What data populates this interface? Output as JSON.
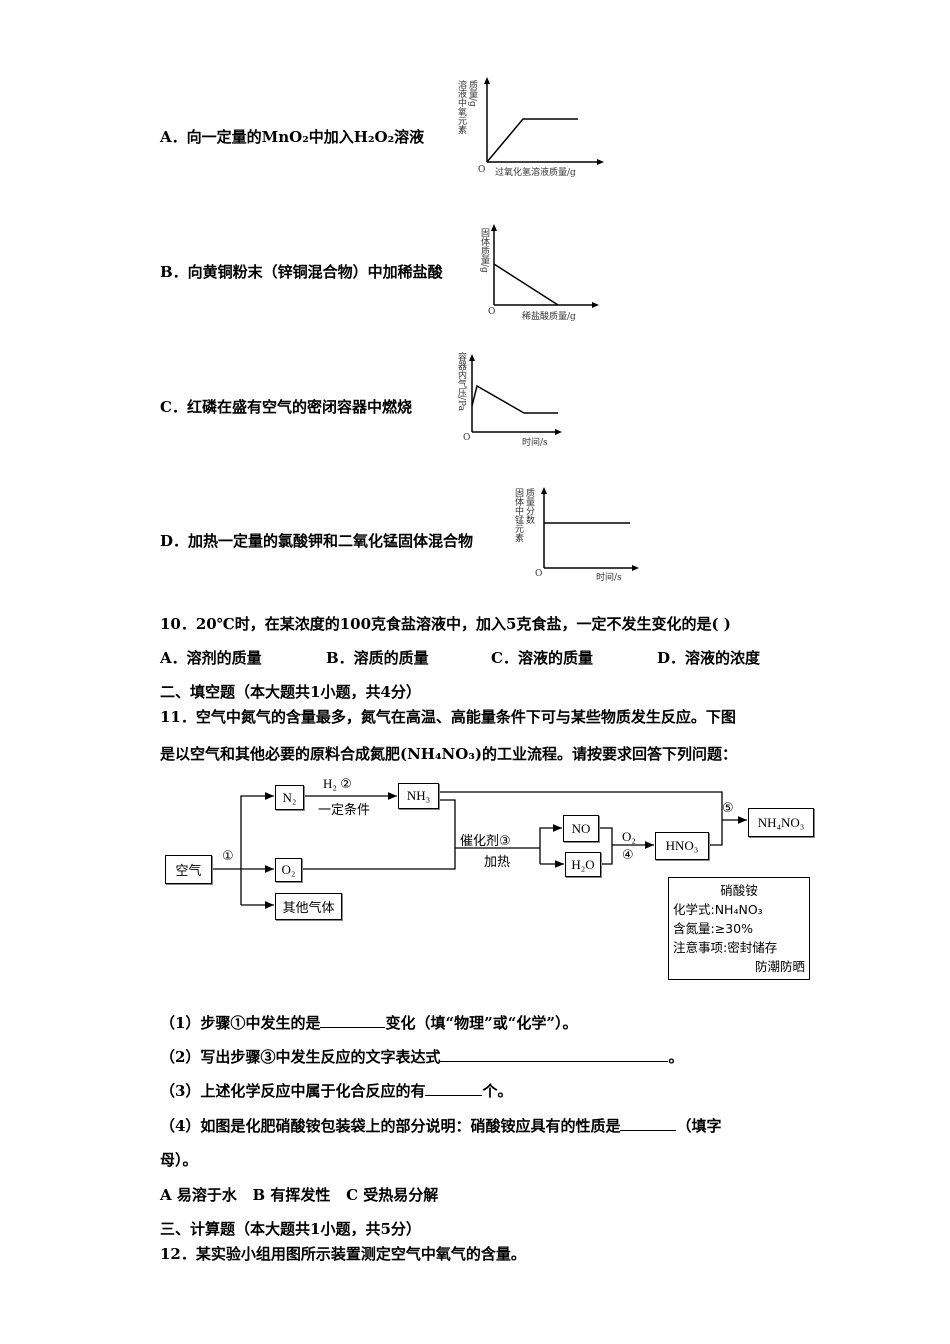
{
  "q9_options": [
    {
      "label": "A．向一定量的MnO₂中加入H₂O₂溶液",
      "y_axis": "溶液中氧元素质量/g",
      "x_axis": "过氧化氢溶液质量/g",
      "origin": "O"
    },
    {
      "label": "B．向黄铜粉末（锌铜混合物）中加稀盐酸",
      "y_axis": "固体质量/g",
      "x_axis": "稀盐酸质量/g",
      "origin": "O"
    },
    {
      "label": "C．红磷在盛有空气的密闭容器中燃烧",
      "y_axis": "容器内气压/Pa",
      "x_axis": "时间/s",
      "origin": "O"
    },
    {
      "label": "D．加热一定量的氯酸钾和二氧化锰固体混合物",
      "y_axis": "固体中锰元素质量分数",
      "x_axis": "时间/s",
      "origin": "O"
    }
  ],
  "q10": {
    "stem": "10．20℃时，在某浓度的100克食盐溶液中，加入5克食盐，一定不发生变化的是( )",
    "options": [
      "A．溶剂的质量",
      "B．溶质的质量",
      "C．溶液的质量",
      "D．溶液的浓度"
    ]
  },
  "section2": "二、填空题（本大题共1小题，共4分）",
  "q11": {
    "line1": "11．空气中氮气的含量最多，氮气在高温、高能量条件下可与某些物质发生反应。下图",
    "line2": "是以空气和其他必要的原料合成氮肥(NH₄NO₃)的工业流程。请按要求回答下列问题：",
    "flow": {
      "air": "空气",
      "step1": "①",
      "n2": "N₂",
      "o2": "O₂",
      "other": "其他气体",
      "h2_step2": "H₂ ②",
      "cond": "一定条件",
      "nh3": "NH₃",
      "cat_step3": "催化剂③",
      "heat": "加热",
      "no": "NO",
      "h2o": "H₂O",
      "o2_label": "O₂",
      "step4": "④",
      "hno3": "HNO₃",
      "step5": "⑤",
      "nh4no3": "NH₄NO₃"
    },
    "label_card": {
      "title": "硝酸铵",
      "formula": "化学式:NH₄NO₃",
      "nitrogen": "含氮量:≥30%",
      "note": "注意事项:密封储存",
      "note2": "防潮防晒"
    },
    "sub1a": "（1）步骤①中发生的是",
    "sub1b": "变化（填“物理”或“化学”）。",
    "sub2a": "（2）写出步骤③中发生反应的文字表达式",
    "sub2b": "。",
    "sub3a": "（3）上述化学反应中属于化合反应的有",
    "sub3b": "个。",
    "sub4a": "（4）如图是化肥硝酸铵包装袋上的部分说明：硝酸铵应具有的性质是",
    "sub4b": "（填字",
    "sub4c": "母）。",
    "choices": "A 易溶于水   B 有挥发性   C 受热易分解"
  },
  "section3": "三、计算题（本大题共1小题，共5分）",
  "q12": "12．某实验小组用图所示装置测定空气中氧气的含量。"
}
